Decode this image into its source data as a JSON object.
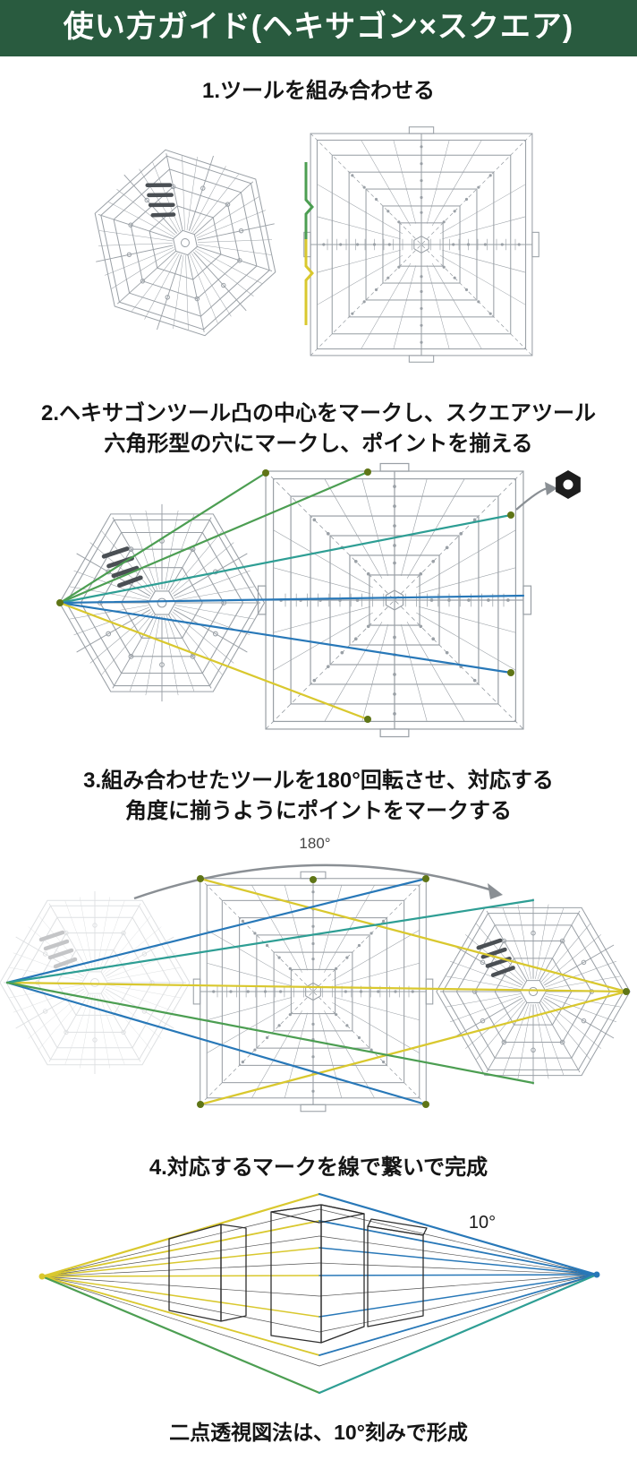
{
  "header": {
    "title": "使い方ガイド(ヘキサゴン×スクエア)"
  },
  "steps": [
    {
      "lines": [
        "1.ツールを組み合わせる"
      ]
    },
    {
      "lines": [
        "2.ヘキサゴンツール凸の中心をマークし、スクエアツール",
        "六角形型の穴にマークし、ポイントを揃える"
      ]
    },
    {
      "lines": [
        "3.組み合わせたツールを180°回転させ、対応する",
        "角度に揃うようにポイントをマークする"
      ]
    },
    {
      "lines": [
        "4.対応するマークを線で繋いで完成"
      ]
    }
  ],
  "annotations": {
    "rotation_label": "180°",
    "angle_label": "10°"
  },
  "footer": {
    "caption": "二点透視図法は、10°刻みで形成"
  },
  "colors": {
    "banner_green": "#295b3f",
    "ruler_gray": "#9aa0a6",
    "ruler_dark": "#4a4f54",
    "line_green": "#4c9e52",
    "line_teal": "#2e9e94",
    "line_blue": "#2878b8",
    "line_yellow": "#d9c82e",
    "dot_olive": "#5f7516",
    "arrow_gray": "#8a8f94",
    "box_dark": "#2f2f2f"
  }
}
